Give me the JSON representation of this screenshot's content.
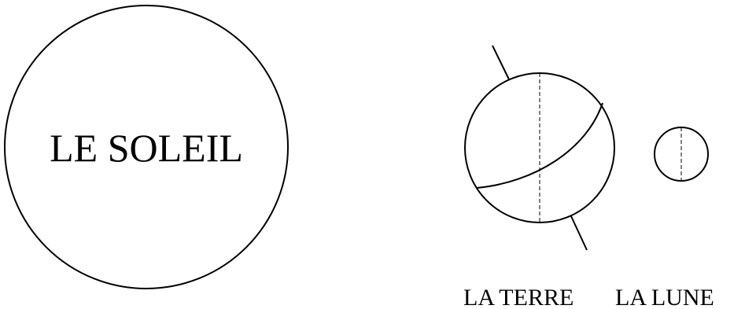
{
  "sun": {
    "label": "LE SOLEIL"
  },
  "earth": {
    "label": "LA TERRE"
  },
  "moon": {
    "label": "LA LUNE"
  },
  "colors": {
    "stroke": "#000000",
    "background": "#ffffff"
  }
}
